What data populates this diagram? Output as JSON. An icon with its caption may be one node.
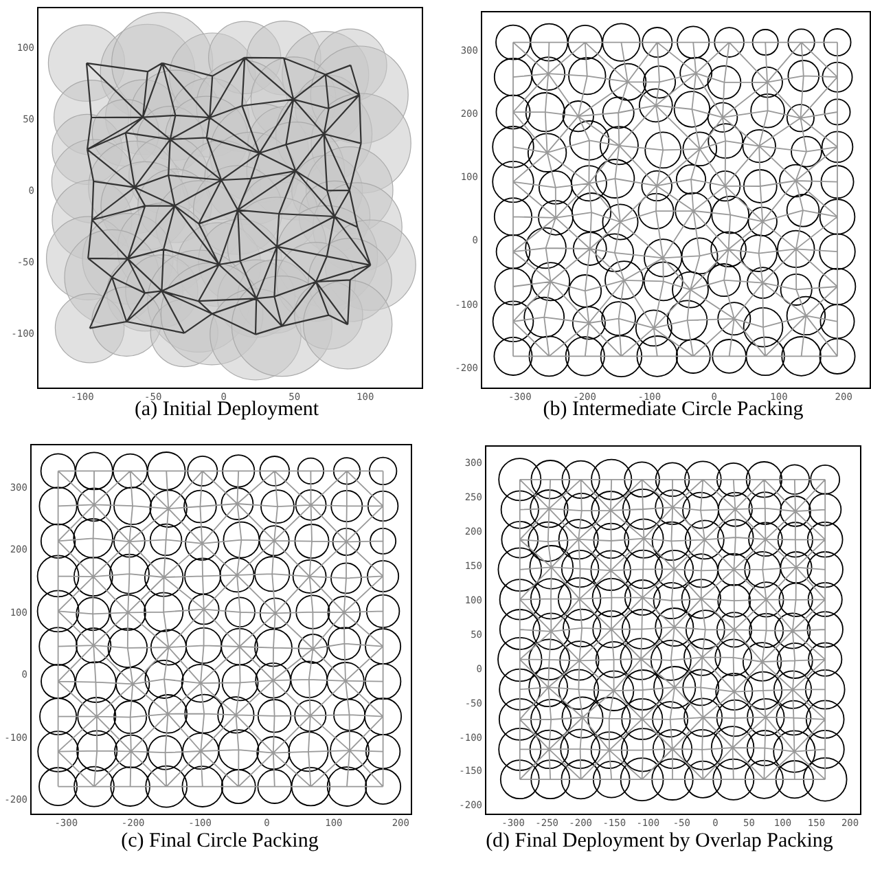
{
  "diagram": {
    "labels": [
      "100",
      "50",
      "0",
      "-50",
      "-100",
      "-100",
      "-50",
      "0",
      "50",
      "100",
      "(a) Initial Deployment",
      "300",
      "200",
      "100",
      "0",
      "-100",
      "-200",
      "-300",
      "-200",
      "-100",
      "0",
      "100",
      "200",
      "(b) Intermediate Circle Packing",
      "300",
      "200",
      "100",
      "0",
      "-100",
      "-200",
      "-300",
      "-200",
      "-100",
      "0",
      "100",
      "200",
      "(c) Final Circle Packing",
      "300",
      "250",
      "200",
      "150",
      "100",
      "50",
      "0",
      "-50",
      "-100",
      "-150",
      "-200",
      "-300",
      "-250",
      "-200",
      "-150",
      "-100",
      "-50",
      "0",
      "50",
      "100",
      "150",
      "200",
      "(d) Final Deployment by Overlap Packing"
    ]
  }
}
